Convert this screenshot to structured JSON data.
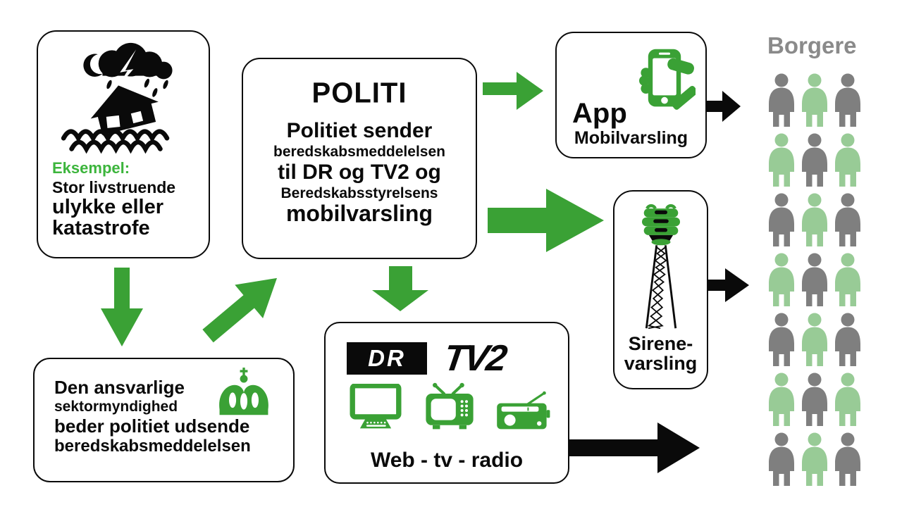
{
  "colors": {
    "green": "#3aa135",
    "green_text": "#3cb53c",
    "green_light": "#98cb96",
    "gray_person": "#7f7f7f",
    "gray_title": "#8a8a8a",
    "black": "#000000"
  },
  "example_box": {
    "label": "Eksempel:",
    "line1": "Stor livstruende",
    "line2": "ulykke eller",
    "line3": "katastrofe"
  },
  "politi_box": {
    "logo": "POLITI",
    "line1": "Politiet sender",
    "line2": "beredskabsmeddelelsen",
    "line3": "til DR og TV2 og",
    "line4": "Beredskabsstyrelsens",
    "line5": "mobilvarsling"
  },
  "app_box": {
    "title": "App",
    "subtitle": "Mobilvarsling"
  },
  "sirene_box": {
    "line1": "Sirene-",
    "line2": "varsling"
  },
  "media_box": {
    "dr_logo": "DR",
    "tv2_logo": "TV2",
    "caption": "Web - tv - radio"
  },
  "authority_box": {
    "line1": "Den ansvarlige",
    "line2": "sektormyndighed",
    "line3": "beder politiet udsende",
    "line4": "beredskabsmeddelelsen"
  },
  "citizens": {
    "title": "Borgere",
    "grid": [
      [
        "gray",
        "green",
        "gray"
      ],
      [
        "green",
        "gray",
        "green"
      ],
      [
        "gray",
        "green",
        "gray"
      ],
      [
        "green",
        "gray",
        "green"
      ],
      [
        "gray",
        "green",
        "gray"
      ],
      [
        "green",
        "gray",
        "green"
      ],
      [
        "gray",
        "green",
        "gray"
      ]
    ]
  }
}
